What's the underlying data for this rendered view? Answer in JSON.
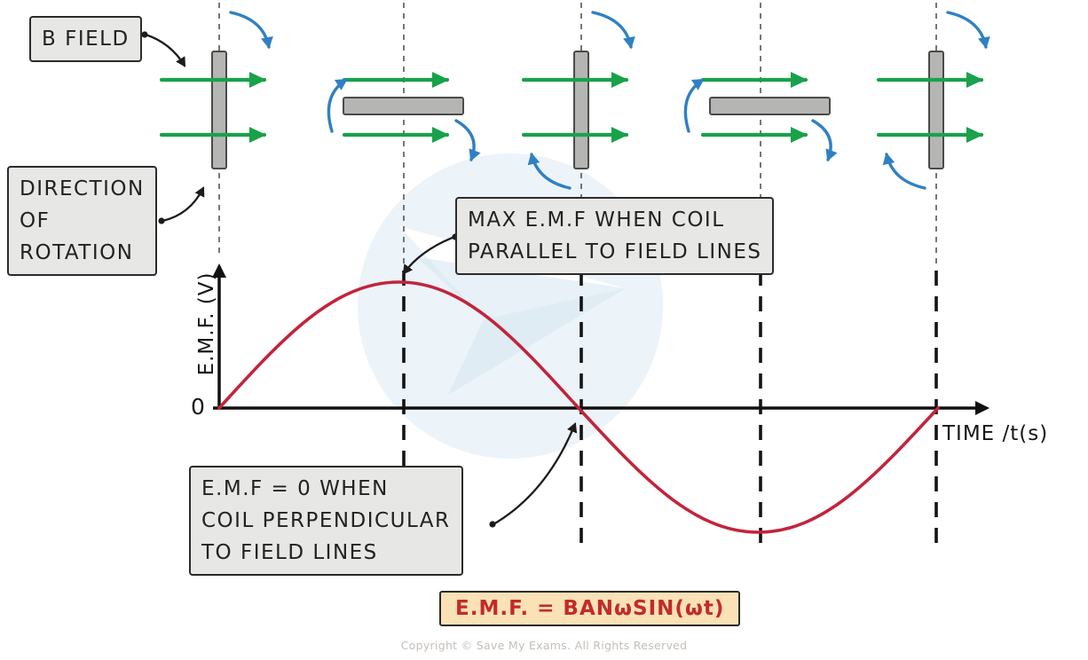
{
  "labels": {
    "b_field": "B FIELD",
    "direction_of_rotation": [
      "DIRECTION",
      "OF",
      "ROTATION"
    ],
    "max_emf": [
      "MAX  E.M.F  WHEN  COIL",
      "PARALLEL  TO  FIELD  LINES"
    ],
    "zero_emf": [
      "E.M.F = 0  WHEN",
      "COIL  PERPENDICULAR",
      "TO  FIELD  LINES"
    ],
    "equation": "E.M.F. = BANωSIN(ωt)",
    "y_axis_label": "E.M.F. (V)",
    "origin_label": "0",
    "x_axis_label": "TIME /t(s)",
    "copyright": "Copyright © Save My Exams. All Rights Reserved"
  },
  "colors": {
    "field_arrow": "#18a24a",
    "rotation_arrow": "#2f80c3",
    "emf_curve": "#c2243c",
    "coil_fill": "#b5b5b3",
    "coil_border": "#4a4a4a",
    "label_box_fill": "#e7e7e5",
    "equation_box_fill": "#fbe2b6",
    "equation_text": "#c22b2b",
    "watermark_blue": "#dcebf5"
  },
  "coil_positions": [
    {
      "orientation": "vertical",
      "emf": "zero"
    },
    {
      "orientation": "horizontal",
      "emf": "maximum"
    },
    {
      "orientation": "vertical",
      "emf": "zero"
    },
    {
      "orientation": "horizontal",
      "emf": "minimum"
    },
    {
      "orientation": "vertical",
      "emf": "zero"
    }
  ],
  "chart_data": {
    "type": "line",
    "xlabel": "TIME /t(s)",
    "ylabel": "E.M.F. (V)",
    "x_fraction_of_period": [
      0,
      0.25,
      0.5,
      0.75,
      1
    ],
    "values_relative_emf": [
      0,
      1,
      0,
      -1,
      0
    ],
    "curve_equation": "E.M.F. = BANωSIN(ωt)",
    "annotations": [
      "MAX E.M.F WHEN COIL PARALLEL TO FIELD LINES",
      "E.M.F = 0 WHEN COIL PERPENDICULAR TO FIELD LINES"
    ],
    "grid": false,
    "legend": false
  }
}
